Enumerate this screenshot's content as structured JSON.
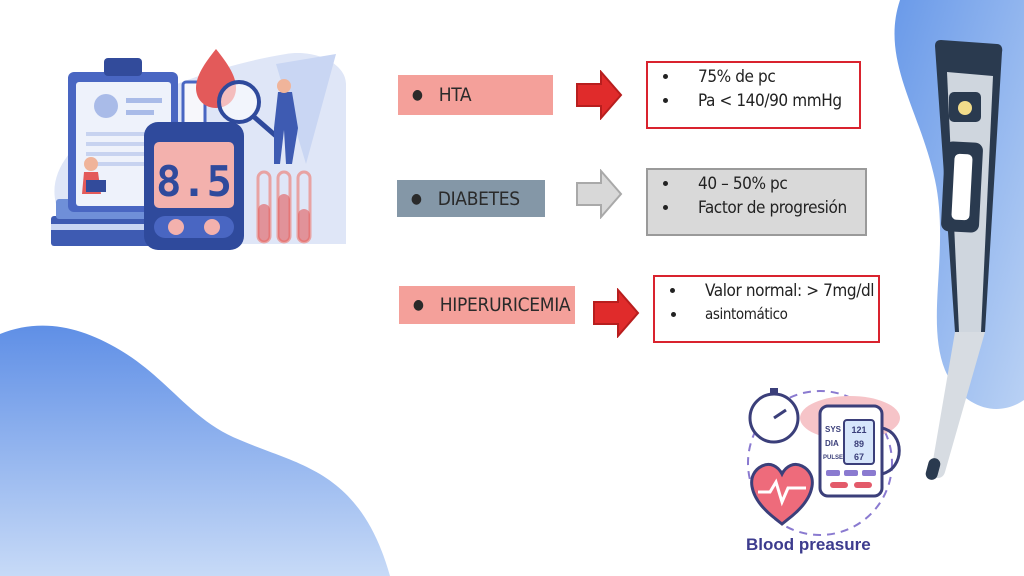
{
  "colors": {
    "hta_fill": "#f4a09a",
    "diabetes_fill": "#8497a7",
    "hiperuricemia_fill": "#f4a09a",
    "arrow_red": "#e02b2b",
    "arrow_grey": "#cccccc",
    "blob_blue": "#6e9be8",
    "box_red_border": "#d9232e",
    "box_grey_fill": "#d9d9d9"
  },
  "rows": [
    {
      "label": "HTA",
      "points": [
        "75% de pc",
        "Pa < 140/90 mmHg"
      ]
    },
    {
      "label": "DIABETES",
      "points": [
        "40 – 50% pc",
        "Factor de progresión"
      ]
    },
    {
      "label": "HIPERURICEMIA",
      "points": [
        "Valor normal: > 7mg/dl",
        "asintomático"
      ]
    }
  ],
  "glucometer": {
    "reading": "8.5"
  },
  "bp_monitor": {
    "caption": "Blood preasure",
    "sys_label": "SYS",
    "dia_label": "DIA",
    "pulse_label": "PULSE",
    "sys": "121",
    "dia": "89",
    "pulse": "67"
  },
  "icons": [
    "glucometer-illustration",
    "thermometer-illustration",
    "blood-pressure-illustration",
    "right-arrow-icon"
  ]
}
